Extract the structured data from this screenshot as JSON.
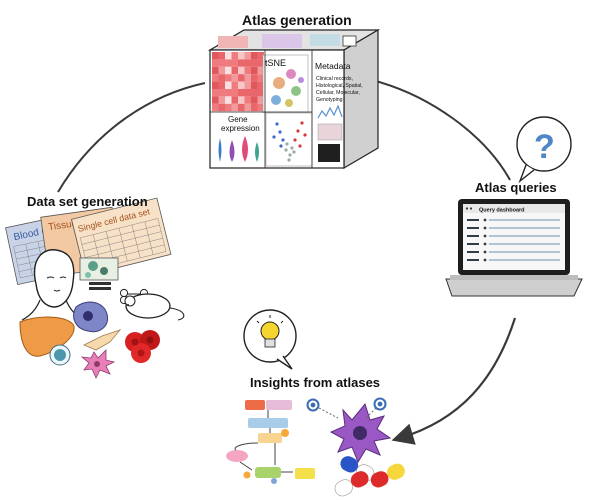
{
  "stages": {
    "atlas_generation": "Atlas generation",
    "atlas_queries": "Atlas queries",
    "insights": "Insights from atlases",
    "dataset_generation": "Data set generation"
  },
  "cube": {
    "tsne": "tSNE",
    "gene_expression_line1": "Gene",
    "gene_expression_line2": "expression",
    "metadata_title": "Metadata",
    "metadata_line1": "Clinical records,",
    "metadata_line2": "Histological, Spatial,",
    "metadata_line3": "Cellular, Molecular,",
    "metadata_line4": "Genotyping"
  },
  "laptop": {
    "dashboard_title": "Query dashboard",
    "question_mark": "?"
  },
  "datasets": {
    "blood": "Blood c",
    "tissue": "Tissue d",
    "single_cell": "Single cell data set"
  },
  "colors": {
    "cycle_arrow": "#3a3a3a",
    "heatmap_red": "#e0585c",
    "paper": "#f3dcc4",
    "paper_blue": "#c9d3e8",
    "screen_blue": "#3d6c9c",
    "liver": "#ef9a46",
    "red_cell": "#d62020",
    "purple_cell": "#9a58c4",
    "pink_cell": "#e97fb8",
    "bulb": "#f7d52f",
    "pill_blue": "#2955c9",
    "pill_red": "#dd2a2a",
    "pill_yellow": "#f6d63b"
  },
  "icons": [
    "question-bubble-icon",
    "lightbulb-icon",
    "person-head-icon",
    "mouse-icon",
    "liver-icon",
    "red-blood-cells-icon",
    "neuron-cell-icon",
    "pills-icon",
    "bone-icon",
    "monitor-icon"
  ]
}
